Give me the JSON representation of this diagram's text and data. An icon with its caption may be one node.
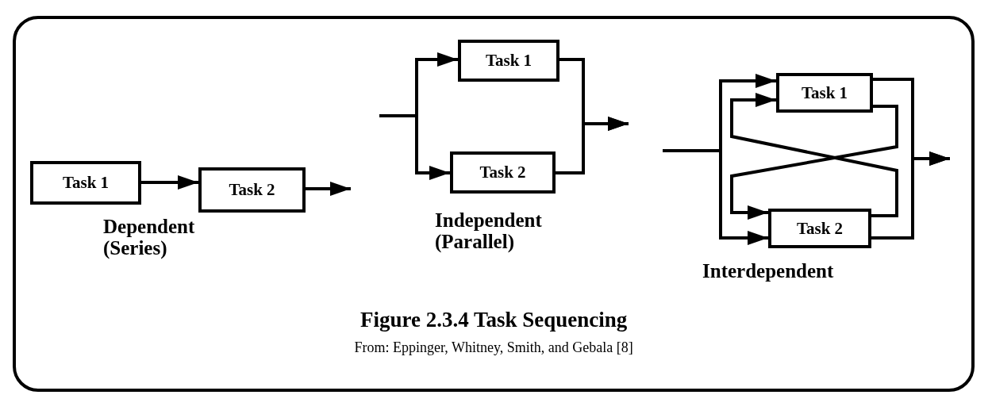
{
  "diagram": {
    "title": "Figure 2.3.4 Task Sequencing",
    "caption": "From: Eppinger, Whitney, Smith, and Gebala [8]",
    "nodes": [
      {
        "text": [
          "Task 1"
        ]
      },
      {
        "text": [
          "Task 2"
        ]
      },
      {
        "text": [
          "Task 1"
        ]
      },
      {
        "text": [
          "Task 2"
        ]
      },
      {
        "text": [
          "Task 1"
        ]
      },
      {
        "text": [
          "Task 2"
        ]
      }
    ],
    "edges": [
      {
        "from": 0,
        "to": 1,
        "arrow": "to"
      },
      {
        "from": 1,
        "to": null,
        "arrow": "to"
      },
      {
        "from": null,
        "to": 2,
        "arrow": "to"
      },
      {
        "from": null,
        "to": 3,
        "arrow": "to"
      },
      {
        "from": 2,
        "to": null,
        "arrow": "to"
      },
      {
        "from": 3,
        "to": null,
        "arrow": "to"
      },
      {
        "from": null,
        "to": 4,
        "arrow": "to"
      },
      {
        "from": null,
        "to": 5,
        "arrow": "to"
      },
      {
        "from": 4,
        "to": null,
        "arrow": "to"
      },
      {
        "from": 5,
        "to": null,
        "arrow": "to"
      },
      {
        "from": 4,
        "to": 5,
        "arrow": "to"
      },
      {
        "from": 5,
        "to": 4,
        "arrow": "to"
      }
    ],
    "labels": [
      "Dependent (Series)",
      "Independent (Parallel)",
      "Interdependent"
    ]
  }
}
